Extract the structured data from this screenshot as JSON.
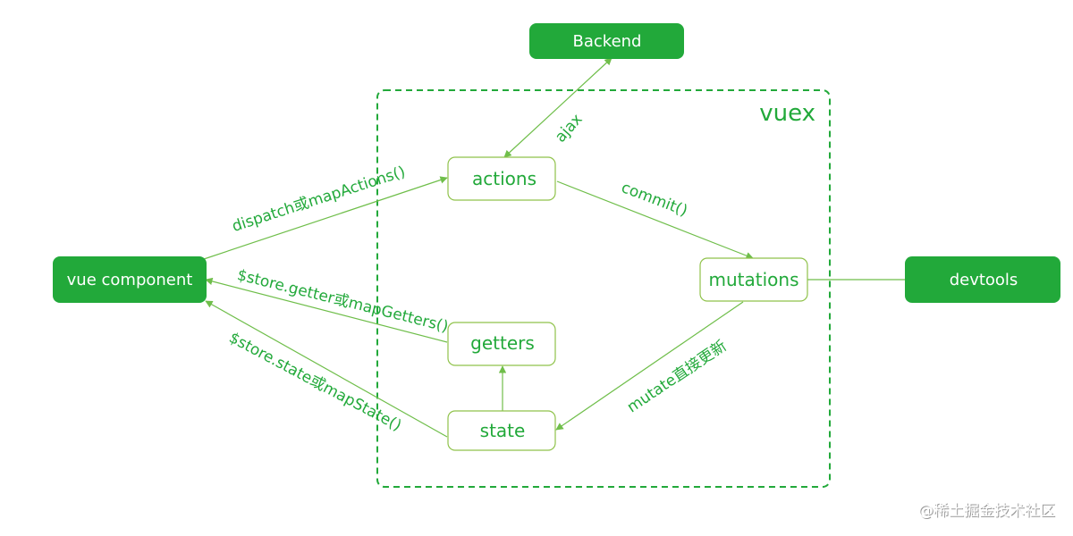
{
  "nodes": {
    "backend": "Backend",
    "vue_component": "vue component",
    "devtools": "devtools",
    "actions": "actions",
    "mutations": "mutations",
    "getters": "getters",
    "state": "state"
  },
  "container": {
    "label": "vuex"
  },
  "edges": {
    "ajax": "ajax",
    "dispatch": "dispatch或mapActions()",
    "commit": "commit()",
    "store_getter": "$store.getter或mapGetters()",
    "store_state": "$store.state或mapState()",
    "mutate": "mutate直接更新"
  },
  "watermark": "@稀土掘金技术社区",
  "colors": {
    "primary_green": "#22a93a",
    "edge_green": "#6fbe4a",
    "outline_green": "#8fc24a"
  }
}
